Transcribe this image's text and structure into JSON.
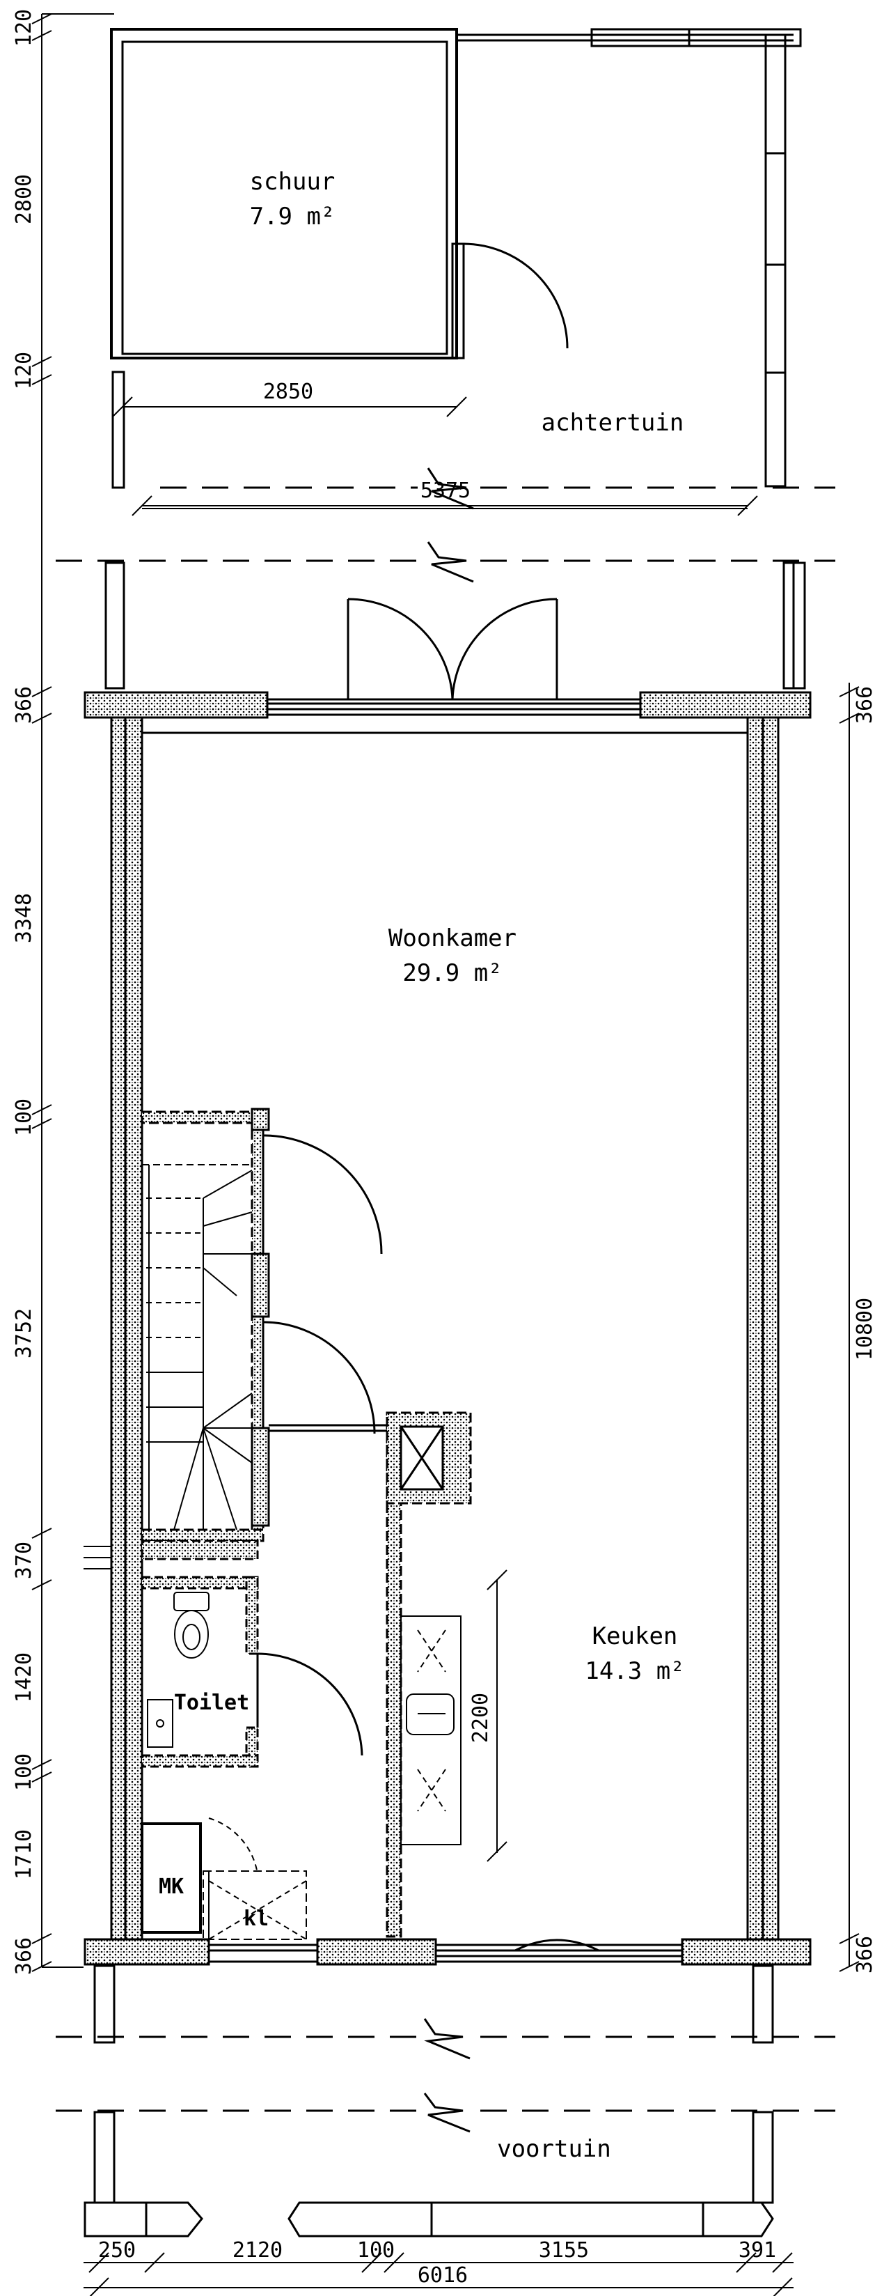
{
  "rooms": {
    "schuur": {
      "name": "schuur",
      "area": "7.9 m²"
    },
    "woonkamer": {
      "name": "Woonkamer",
      "area": "29.9 m²"
    },
    "keuken": {
      "name": "Keuken",
      "area": "14.3 m²"
    },
    "toilet": {
      "name": "Toilet"
    },
    "mk": {
      "name": "MK"
    },
    "kl": {
      "name": "kl"
    }
  },
  "outdoor": {
    "achtertuin": "achtertuin",
    "voortuin": "voortuin"
  },
  "dimensions": {
    "left": [
      "120",
      "2800",
      "120",
      "366",
      "3348",
      "100",
      "3752",
      "370",
      "1420",
      "100",
      "1710",
      "366"
    ],
    "right": [
      "366",
      "10800",
      "366"
    ],
    "shed_width": "2850",
    "room_width": "5375",
    "counter_length": "2200",
    "bottom": [
      "250",
      "2120",
      "100",
      "3155",
      "391"
    ],
    "total_width": "6016"
  }
}
